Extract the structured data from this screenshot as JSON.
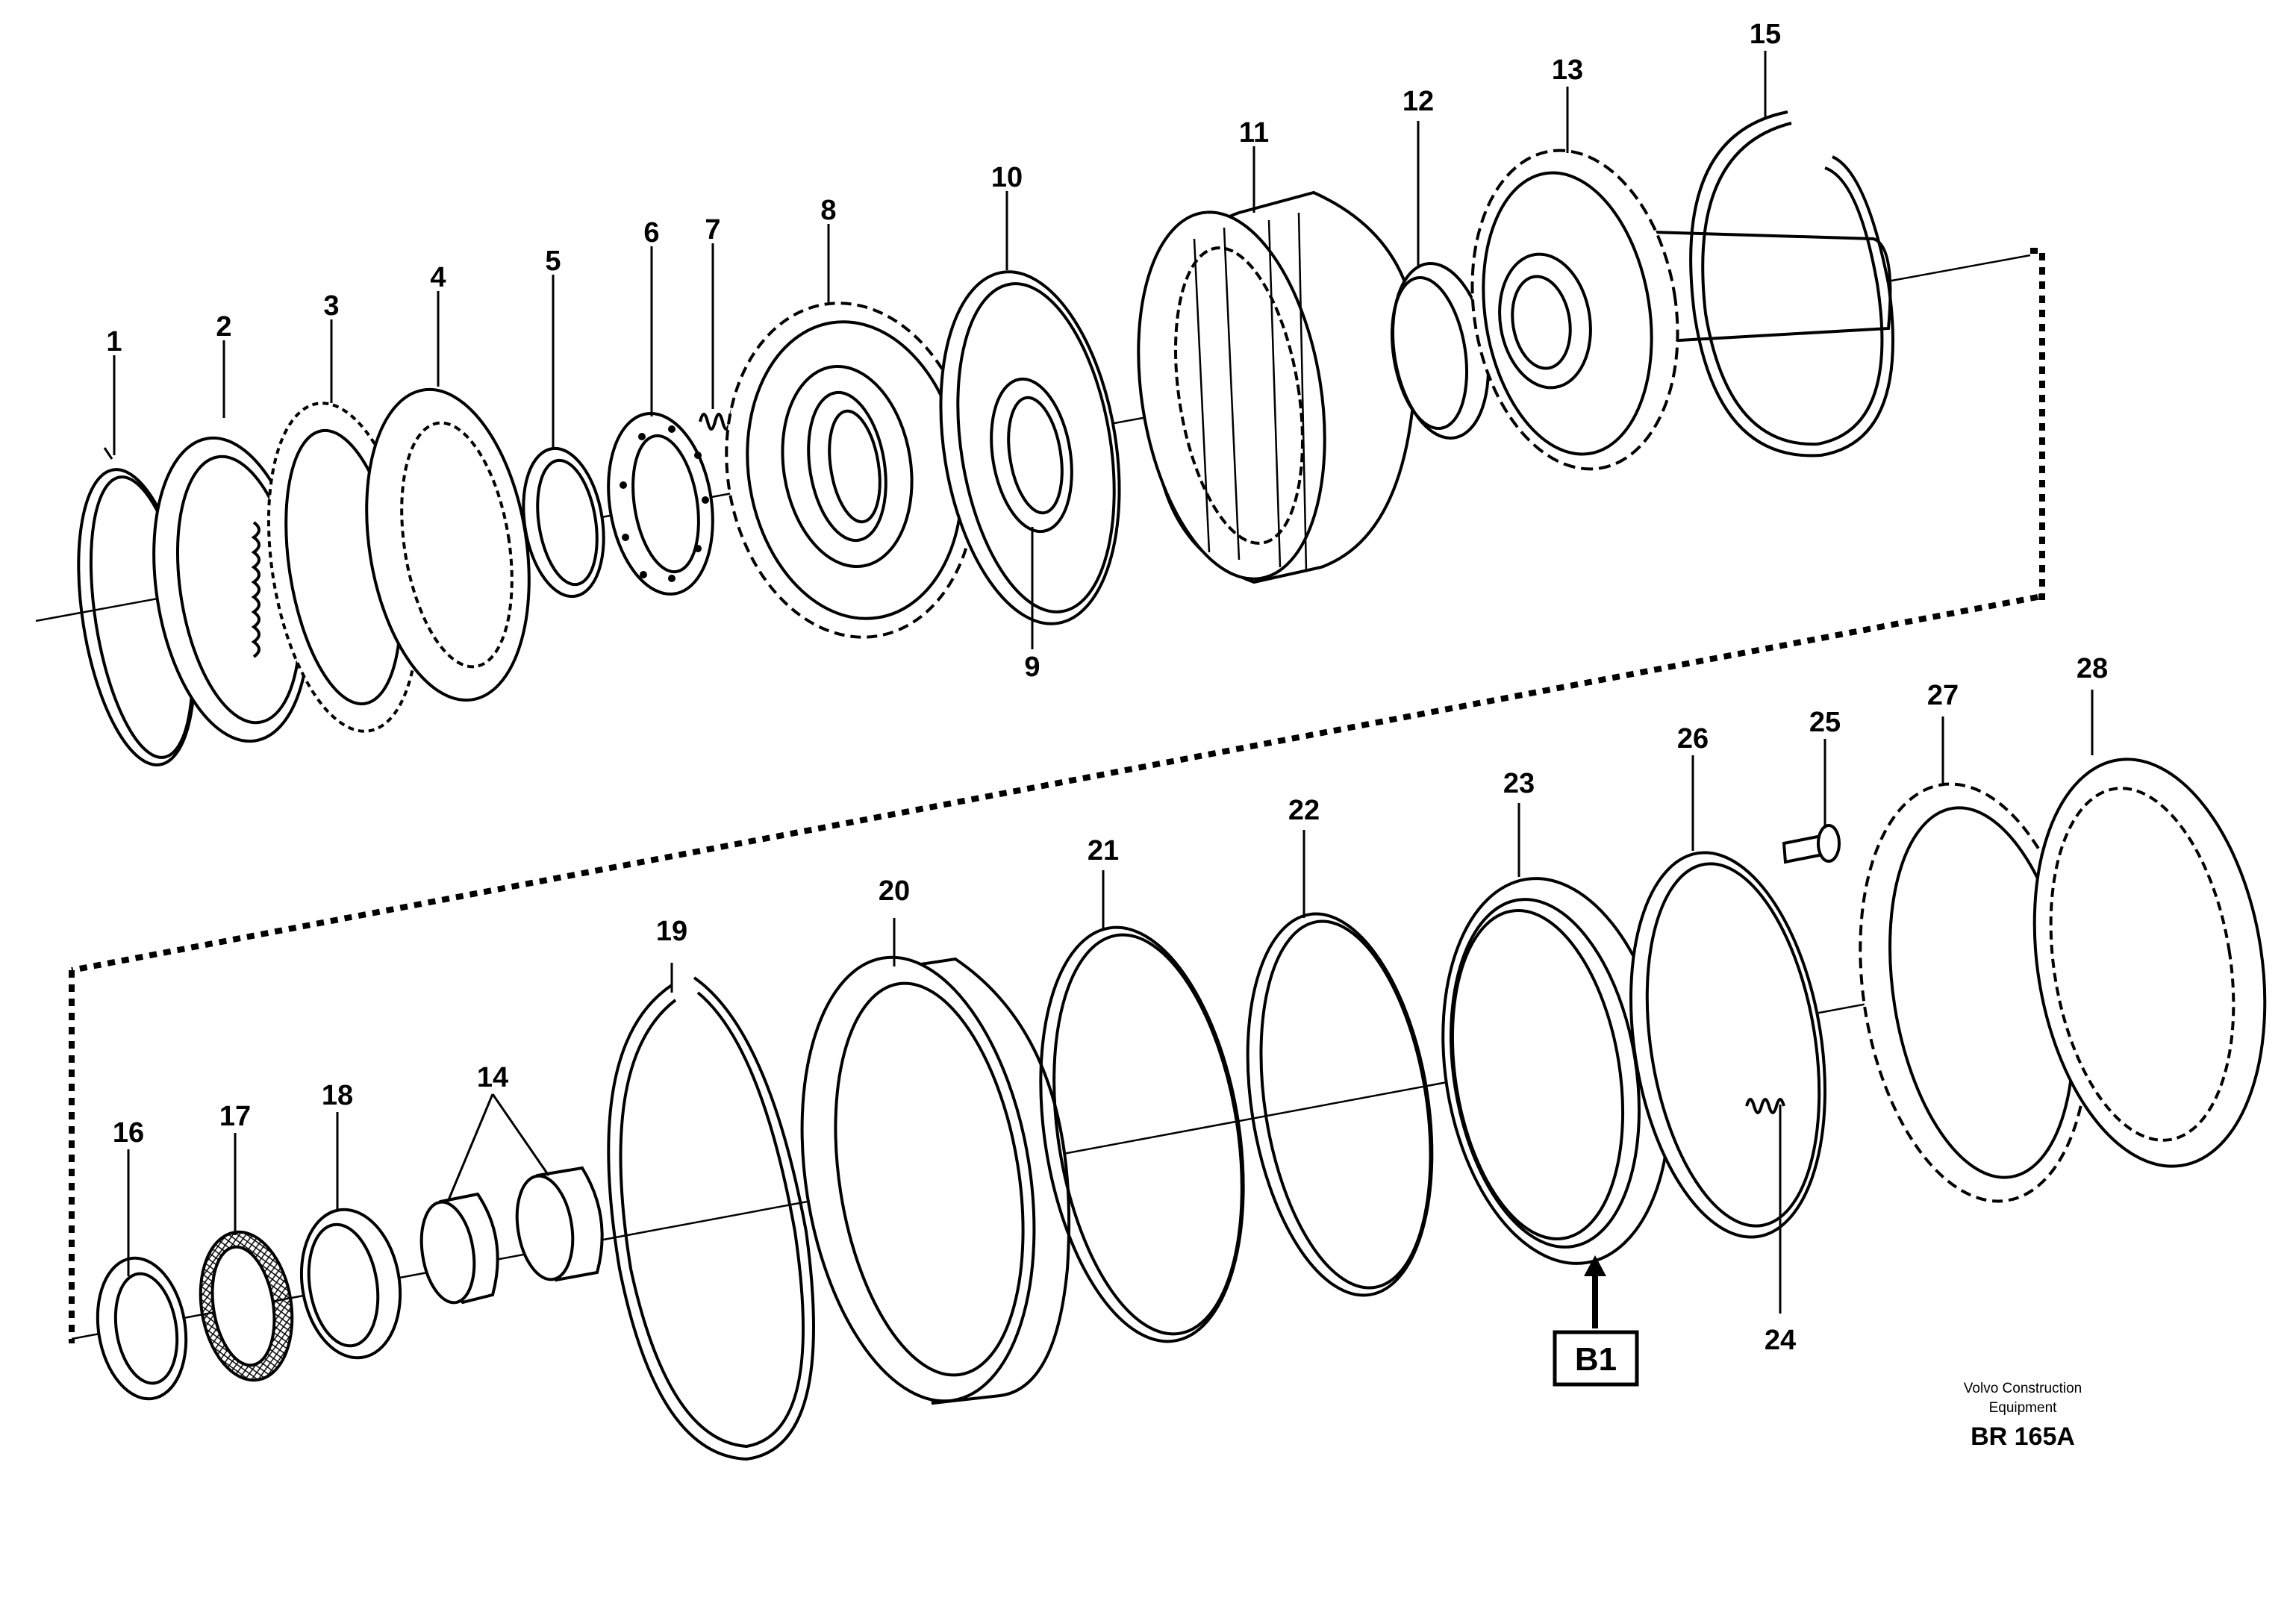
{
  "callouts": {
    "c1": "1",
    "c2": "2",
    "c3": "3",
    "c4": "4",
    "c5": "5",
    "c6": "6",
    "c7": "7",
    "c8": "8",
    "c9": "9",
    "c10": "10",
    "c11": "11",
    "c12": "12",
    "c13": "13",
    "c14": "14",
    "c15": "15",
    "c16": "16",
    "c17": "17",
    "c18": "18",
    "c19": "19",
    "c20": "20",
    "c21": "21",
    "c22": "22",
    "c23": "23",
    "c24": "24",
    "c25": "25",
    "c26": "26",
    "c27": "27",
    "c28": "28"
  },
  "reference_box": "B1",
  "credit": {
    "line1": "Volvo Construction",
    "line2": "Equipment"
  },
  "drawing_code": "BR 165A"
}
